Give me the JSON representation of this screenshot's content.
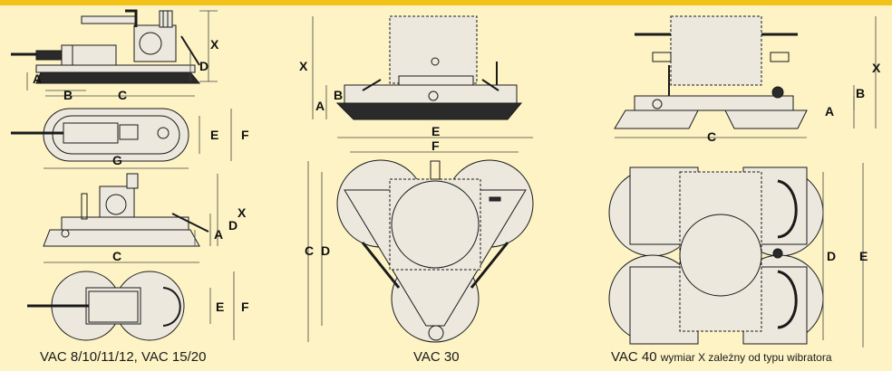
{
  "colors": {
    "background": "#fdf3c4",
    "top_strip": "#f2c218",
    "body_fill": "#ece8de",
    "metal_dark": "#2a2a2a",
    "line": "#1a1a1a",
    "dim_line": "#444444"
  },
  "panels": [
    {
      "caption": "VAC 8/10/11/12, VAC 15/20",
      "dims_side": [
        "X",
        "D",
        "A",
        "B",
        "C"
      ],
      "dims_top": [
        "E",
        "F",
        "G"
      ],
      "dims_side2": [
        "X",
        "D",
        "A",
        "C"
      ],
      "dims_top2": [
        "E",
        "F"
      ]
    },
    {
      "caption": "VAC 30",
      "dims_side": [
        "X",
        "B",
        "A"
      ],
      "dims_top": [
        "E",
        "F",
        "C",
        "D"
      ]
    },
    {
      "caption": "VAC 40",
      "note": "wymiar X zależny od typu wibratora",
      "dims_side": [
        "X",
        "B",
        "A",
        "C"
      ],
      "dims_top": [
        "D",
        "E"
      ]
    }
  ]
}
